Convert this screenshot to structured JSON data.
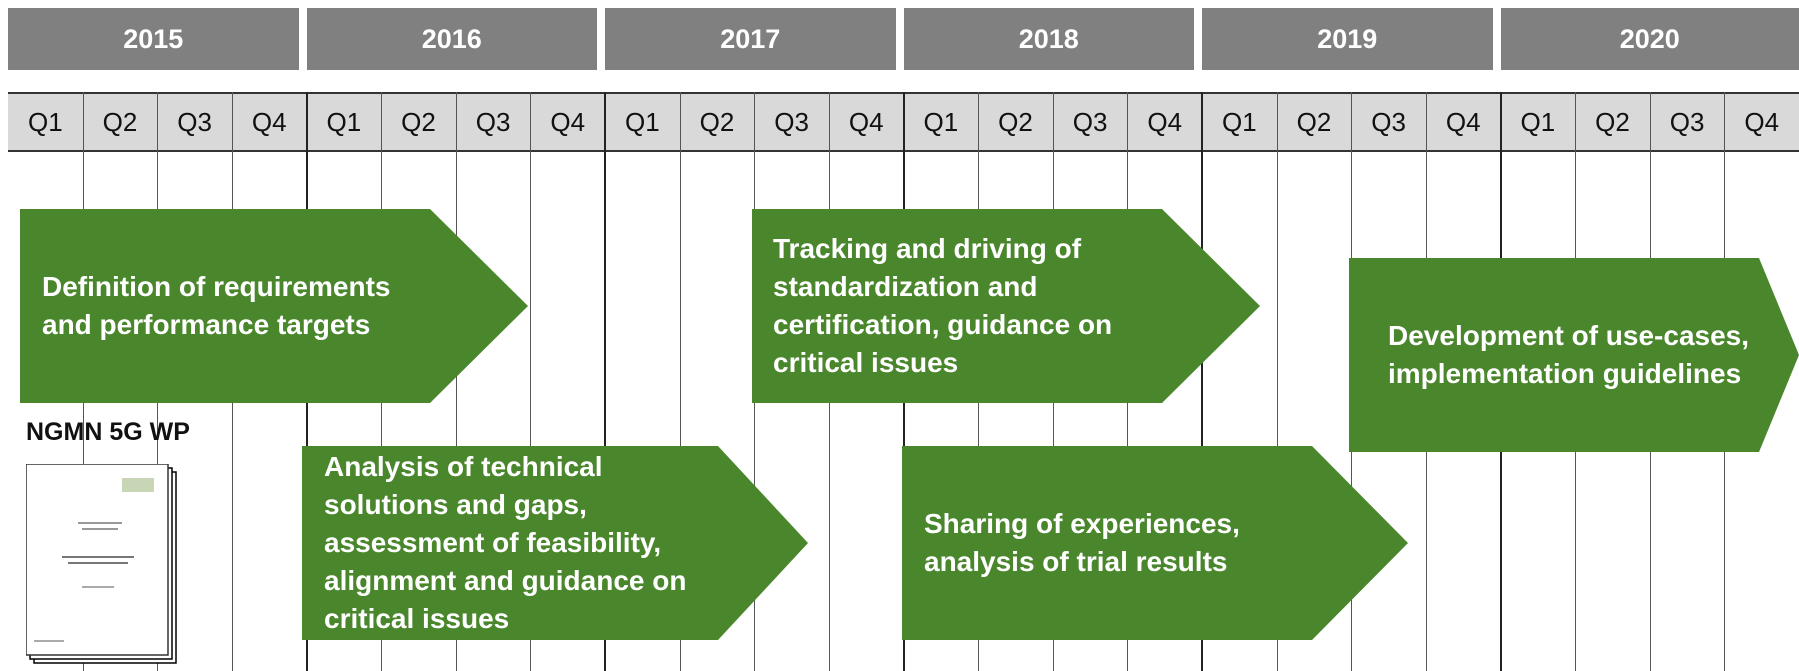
{
  "years": [
    "2015",
    "2016",
    "2017",
    "2018",
    "2019",
    "2020"
  ],
  "quarters": [
    "Q1",
    "Q2",
    "Q3",
    "Q4"
  ],
  "phases": [
    {
      "lines": [
        "Definition of requirements",
        "and performance targets"
      ]
    },
    {
      "lines": [
        "Analysis of technical",
        "solutions and gaps,",
        "assessment of feasibility,",
        "alignment and guidance on",
        "critical issues"
      ]
    },
    {
      "lines": [
        "Tracking and driving of",
        "standardization and",
        "certification, guidance on",
        "critical issues"
      ]
    },
    {
      "lines": [
        "Sharing of experiences,",
        "analysis of trial results"
      ]
    },
    {
      "lines": [
        "Development of use-cases,",
        "implementation guidelines"
      ]
    }
  ],
  "document": {
    "label": "NGMN 5G WP"
  },
  "colors": {
    "year_header": "#808080",
    "quarter_header": "#d9d9d9",
    "phase_arrow": "#4a862c"
  }
}
